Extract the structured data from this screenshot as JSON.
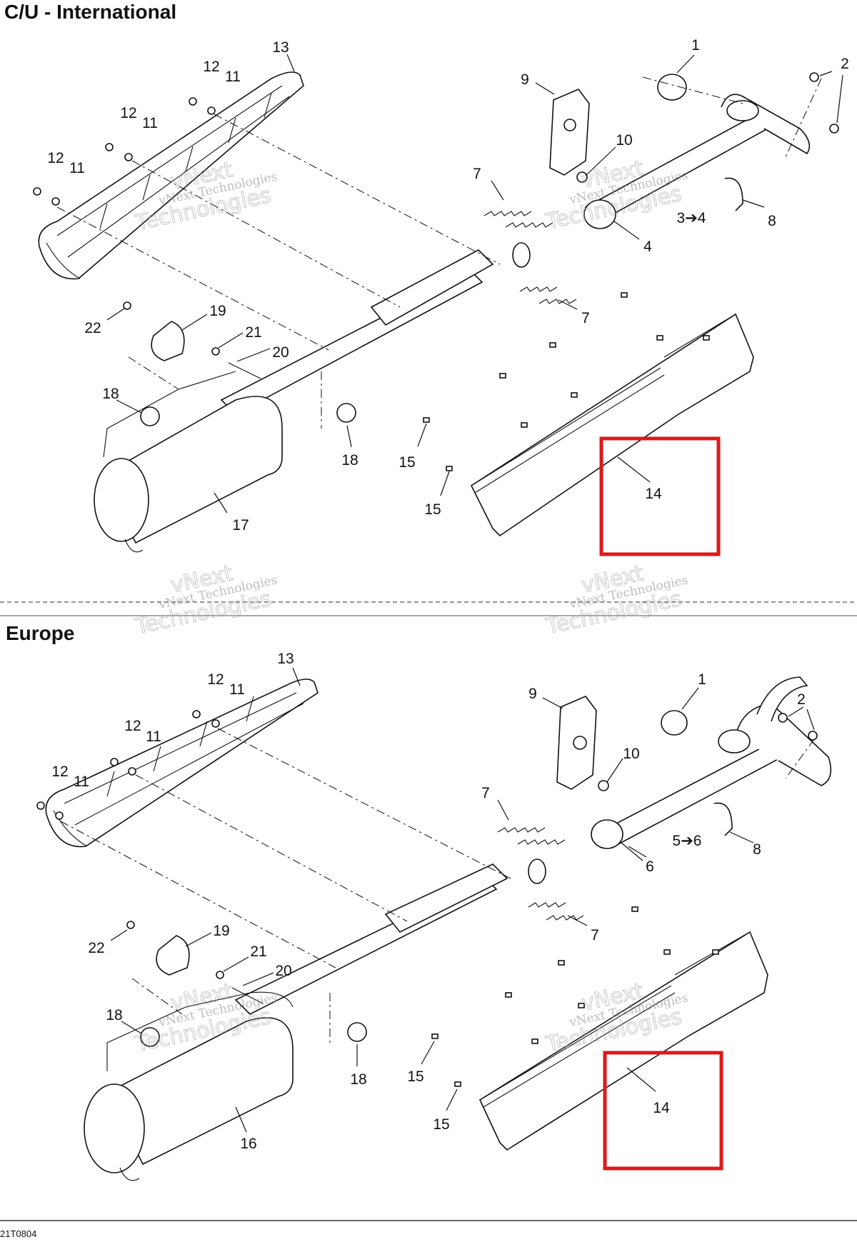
{
  "sections": [
    {
      "title": "C/U - International",
      "callouts": [
        "1",
        "2",
        "3➔4",
        "4",
        "7",
        "7",
        "8",
        "9",
        "10",
        "11",
        "11",
        "11",
        "12",
        "12",
        "12",
        "13",
        "14",
        "15",
        "15",
        "17",
        "18",
        "18",
        "19",
        "20",
        "21",
        "22"
      ]
    },
    {
      "title": "Europe",
      "callouts": [
        "1",
        "2",
        "5➔6",
        "6",
        "7",
        "7",
        "8",
        "9",
        "10",
        "11",
        "11",
        "11",
        "12",
        "12",
        "12",
        "13",
        "14",
        "15",
        "15",
        "16",
        "18",
        "18",
        "19",
        "20",
        "21",
        "22"
      ]
    }
  ],
  "watermark": {
    "line1": "vNext",
    "line2": "vNext Technologies",
    "line3": "Technologies"
  },
  "footer": {
    "code": "21T0804"
  },
  "colors": {
    "highlight": "#e01818",
    "ink": "#111111"
  }
}
